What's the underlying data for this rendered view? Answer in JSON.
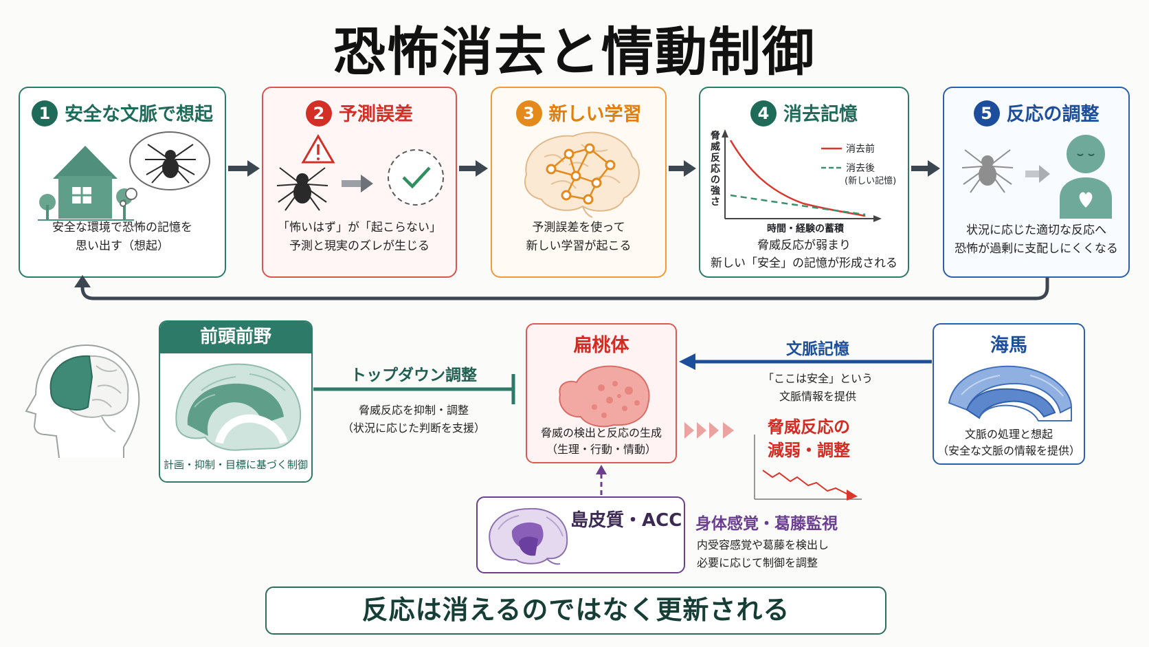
{
  "title": "恐怖消去と情動制御",
  "steps": [
    {
      "num": "1",
      "title": "安全な文脈で想起",
      "desc": [
        "安全な環境で恐怖の記憶を",
        "思い出す（想起）"
      ]
    },
    {
      "num": "2",
      "title": "予測誤差",
      "desc": [
        "「怖いはず」が「起こらない」",
        "予測と現実のズレが生じる"
      ]
    },
    {
      "num": "3",
      "title": "新しい学習",
      "desc": [
        "予測誤差を使って",
        "新しい学習が起こる"
      ]
    },
    {
      "num": "4",
      "title": "消去記憶",
      "desc": [
        "脅威反応が弱まり",
        "新しい「安全」の記憶が形成される"
      ]
    },
    {
      "num": "5",
      "title": "反応の調整",
      "desc": [
        "状況に応じた適切な反応へ",
        "恐怖が過剰に支配しにくくなる"
      ]
    }
  ],
  "chart": {
    "ylabel": "脅威反応の強さ",
    "xlabel": "時間・経験の蓄積",
    "legend_before": "消去前",
    "legend_after": "消去後",
    "legend_after_sub": "(新しい記憶)"
  },
  "pfc": {
    "title": "前頭前野",
    "caption": "計画・抑制・目標に基づく制御"
  },
  "topdown": {
    "label": "トップダウン調整",
    "desc": [
      "脅威反応を抑制・調整",
      "（状況に応じた判断を支援）"
    ]
  },
  "amygdala": {
    "title": "扁桃体",
    "desc": [
      "脅威の検出と反応の生成",
      "（生理・行動・情動）"
    ]
  },
  "context": {
    "label": "文脈記憶",
    "desc": [
      "「ここは安全」という",
      "文脈情報を提供"
    ]
  },
  "hippocampus": {
    "title": "海馬",
    "desc": [
      "文脈の処理と想起",
      "（安全な文脈の情報を提供）"
    ]
  },
  "reduction": {
    "line1": "脅威反応の",
    "line2": "減弱・調整"
  },
  "insula": {
    "title": "島皮質・ACC"
  },
  "monitoring": {
    "label": "身体感覚・葛藤監視",
    "desc": [
      "内受容感覚や葛藤を検出し",
      "必要に応じて制御を調整"
    ]
  },
  "conclusion": "反応は消えるのではなく更新される",
  "colors": {
    "green": "#2d7a68",
    "red": "#d22f27",
    "orange": "#e48a1c",
    "blue": "#1d4e9c",
    "purple": "#6b3f8f"
  }
}
